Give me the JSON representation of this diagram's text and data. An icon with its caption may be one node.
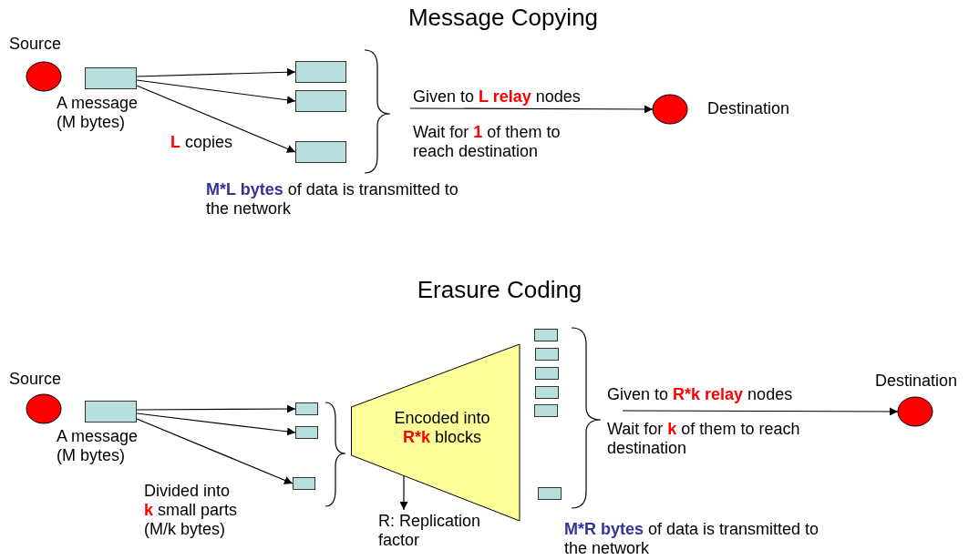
{
  "diagram": {
    "nodes": [
      {
        "text": [
          "Source"
        ]
      },
      {
        "text": [
          "A message (M bytes)"
        ]
      },
      {
        "text": [],
        "shape": "box"
      },
      {
        "text": [],
        "shape": "box"
      },
      {
        "text": [],
        "shape": "box"
      },
      {
        "text": [
          "Destination"
        ]
      },
      {
        "text": [
          "Source"
        ]
      },
      {
        "text": [
          "A message (M bytes)"
        ]
      },
      {
        "text": [],
        "shape": "box"
      },
      {
        "text": [],
        "shape": "box"
      },
      {
        "text": [],
        "shape": "box"
      },
      {
        "text": [
          "Encoded into **R*k** blocks"
        ]
      },
      {
        "text": [],
        "shape": "box"
      },
      {
        "text": [],
        "shape": "box"
      },
      {
        "text": [],
        "shape": "box"
      },
      {
        "text": [],
        "shape": "box"
      },
      {
        "text": [],
        "shape": "box"
      },
      {
        "text": [],
        "shape": "box"
      },
      {
        "text": [
          "R: Replication factor"
        ]
      },
      {
        "text": [
          "Destination"
        ]
      }
    ],
    "edges": [
      {
        "from": 1,
        "to": 2,
        "arrow": "to"
      },
      {
        "from": 1,
        "to": 3,
        "arrow": "to"
      },
      {
        "from": 1,
        "to": 4,
        "arrow": "to"
      },
      {
        "from": null,
        "to": 5,
        "arrow": "to",
        "label": "Given to **L relay** nodes"
      },
      {
        "from": 7,
        "to": 8,
        "arrow": "to"
      },
      {
        "from": 7,
        "to": 9,
        "arrow": "to"
      },
      {
        "from": 7,
        "to": 10,
        "arrow": "to"
      },
      {
        "from": 11,
        "to": 18,
        "arrow": "to"
      },
      {
        "from": null,
        "to": 19,
        "arrow": "to",
        "label": "Given to **R*k relay** nodes"
      }
    ],
    "labels": [
      "Message Copying",
      "**L** copies",
      "Wait for **1** of them to reach destination",
      "**M*L bytes** of data is transmitted to the network",
      "Erasure Coding",
      "Divided into **k** small parts (M/k bytes)",
      "Wait for **k** of them to reach destination",
      "**M*R bytes** of data is transmitted to the network"
    ]
  }
}
